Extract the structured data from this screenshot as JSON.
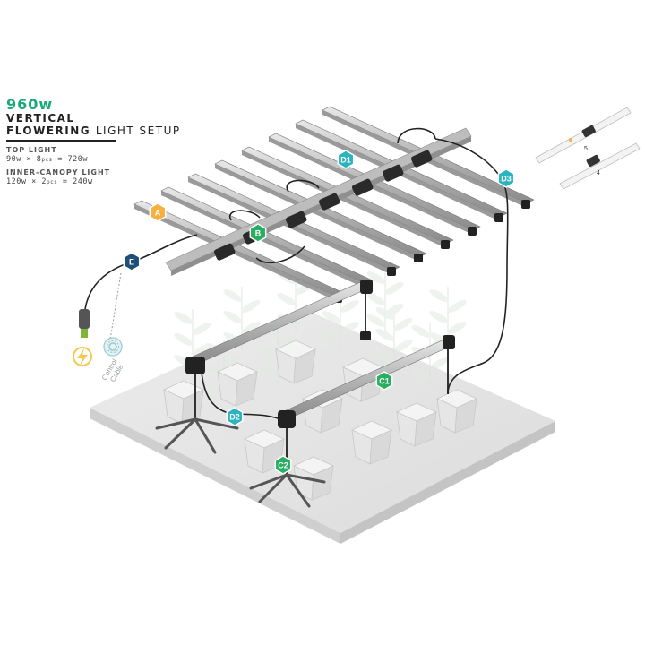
{
  "title": {
    "wattage": "960w",
    "line1": "VERTICAL",
    "line2_bold": "FLOWERING",
    "line2_light": "LIGHT SETUP"
  },
  "specs": {
    "top_light_label": "TOP LIGHT",
    "top_light_a": "90w × 8",
    "top_light_unit": "pcs",
    "top_light_b": " = 720w",
    "inner_label": "INNER-CANOPY LIGHT",
    "inner_a": "120w × 2",
    "inner_unit": "pcs",
    "inner_b": " = 240w"
  },
  "labels": {
    "A": "A",
    "B": "B",
    "C1": "C1",
    "C2": "C2",
    "D1": "D1",
    "D2": "D2",
    "D3": "D3",
    "E": "E"
  },
  "control_cable": {
    "line1": "Control",
    "line2": "Cable"
  },
  "connector_codes": {
    "first": "5",
    "second": "4"
  },
  "colors": {
    "orange": "#f5b041",
    "green": "#27ae60",
    "teal": "#2bb3c0",
    "navy": "#1f4e79",
    "accent_green": "#1aa97a"
  }
}
